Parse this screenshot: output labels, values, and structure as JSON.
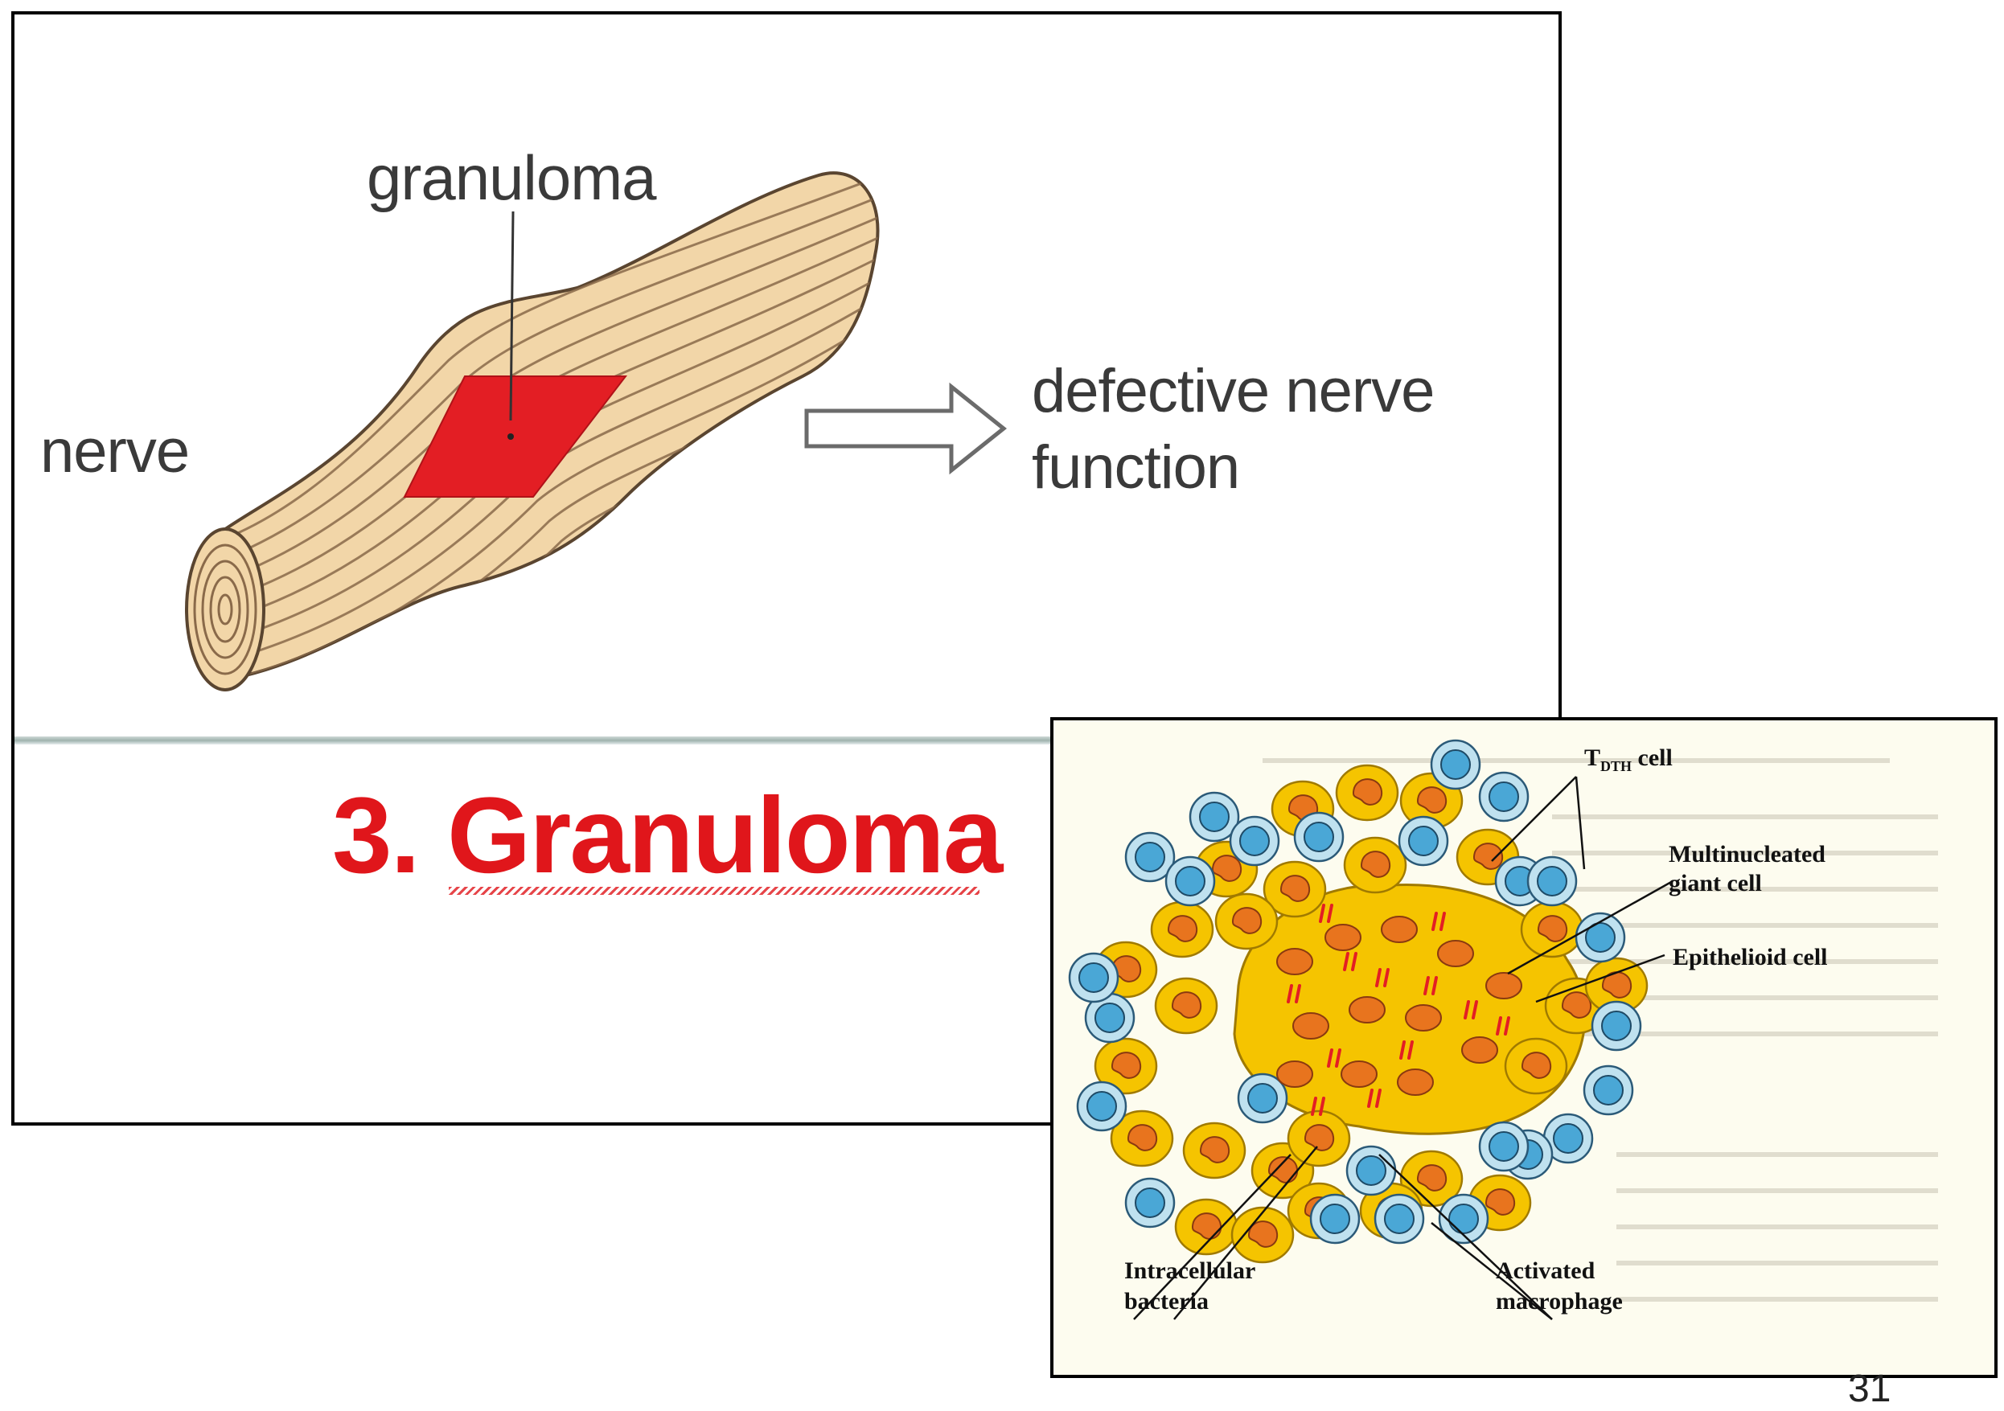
{
  "top_panel": {
    "label_granuloma": "granuloma",
    "label_nerve": "nerve",
    "label_outcome_line1": "defective nerve",
    "label_outcome_line2": "function",
    "title": "3. Granuloma",
    "colors": {
      "nerve_fill": "#f2d6a8",
      "nerve_stripes": "#8a6a4a",
      "granuloma_patch": "#e31e24",
      "title": "#e0161b"
    }
  },
  "inset_panel": {
    "label_tdth": "T",
    "label_tdth_sub": "DTH",
    "label_tdth_suffix": " cell",
    "label_multinucleated_line1": "Multinucleated",
    "label_multinucleated_line2": "giant cell",
    "label_epithelioid": "Epithelioid cell",
    "label_intracellular_line1": "Intracellular",
    "label_intracellular_line2": "bacteria",
    "label_activated_line1": "Activated",
    "label_activated_line2": "macrophage",
    "colors": {
      "macrophage": "#f5c400",
      "macrophage_nucleus": "#e8741e",
      "tcell": "#bfe1ef",
      "tcell_nucleus": "#4aa7d6",
      "bacteria": "#e31e24"
    }
  },
  "page_number": "31"
}
